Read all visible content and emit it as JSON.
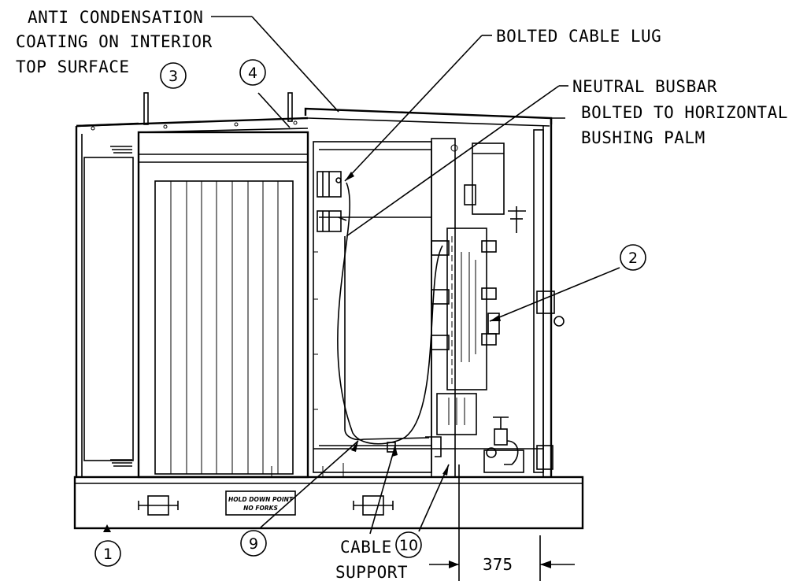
{
  "callouts": {
    "anti_condensation_line1": "ANTI CONDENSATION",
    "anti_condensation_line2": "COATING ON INTERIOR",
    "anti_condensation_line3": "TOP SURFACE",
    "bolted_cable_lug": "BOLTED CABLE LUG",
    "neutral_busbar_line1": "NEUTRAL BUSBAR",
    "neutral_busbar_line2": "BOLTED TO HORIZONTAL",
    "neutral_busbar_line3": "BUSHING PALM",
    "cable_support_line1": "CABLE",
    "cable_support_line2": "SUPPORT"
  },
  "balloons": {
    "b1": "1",
    "b2": "2",
    "b3": "3",
    "b4": "4",
    "b9": "9",
    "b10": "10"
  },
  "dimension": {
    "value": "375"
  },
  "base_plate": {
    "line1": "HOLD DOWN POINT",
    "line2": "NO FORKS"
  }
}
